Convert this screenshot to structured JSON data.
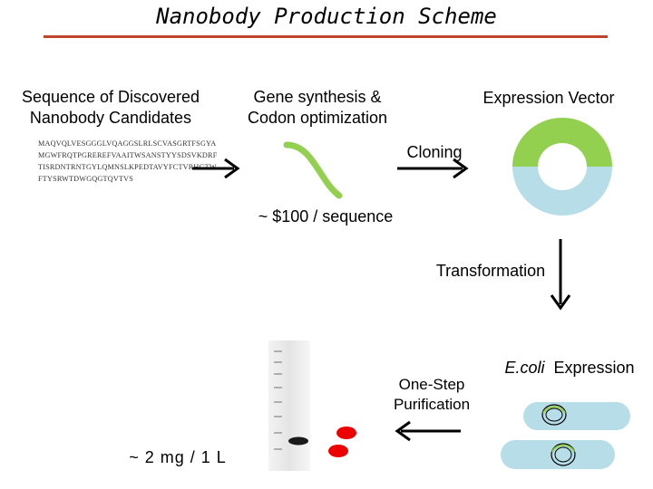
{
  "title": "Nanobody Production Scheme",
  "labels": {
    "sequence_line1": "Sequence of Discovered",
    "sequence_line2": "Nanobody Candidates",
    "gene_line1": "Gene synthesis &",
    "gene_line2": "Codon optimization",
    "vector": "Expression Vector",
    "cloning": "Cloning",
    "cost": "~ $100 / sequence",
    "transformation": "Transformation",
    "ecoli_italic": "E.coli",
    "ecoli_rest": "Expression",
    "purif_line1": "One-Step",
    "purif_line2": "Purification",
    "yield": "~ 2 mg / 1 L"
  },
  "sequence_text": "MAQVQLVESGGGLVQAGGSLRLSCVASGRTFSGYAMGWFRQTPGREREFVAAITWSANSTYYSDSVKDRFTISRDNTRNTGYLQMNSLKPEDTAVYFCTVRHGTWFTYSRWTDWGQGTQVTVS",
  "colors": {
    "title_rule": "#c0432b",
    "plasmid_insert": "#93d050",
    "plasmid_backbone": "#b7dde8",
    "dna_strand": "#93d050",
    "protein_spot": "#ee0000",
    "cell": "#b7dde8"
  },
  "icons": [
    "arrow-right-icon",
    "arrow-down-icon",
    "arrow-left-icon",
    "plasmid-icon",
    "gel-icon",
    "cell-icon"
  ]
}
